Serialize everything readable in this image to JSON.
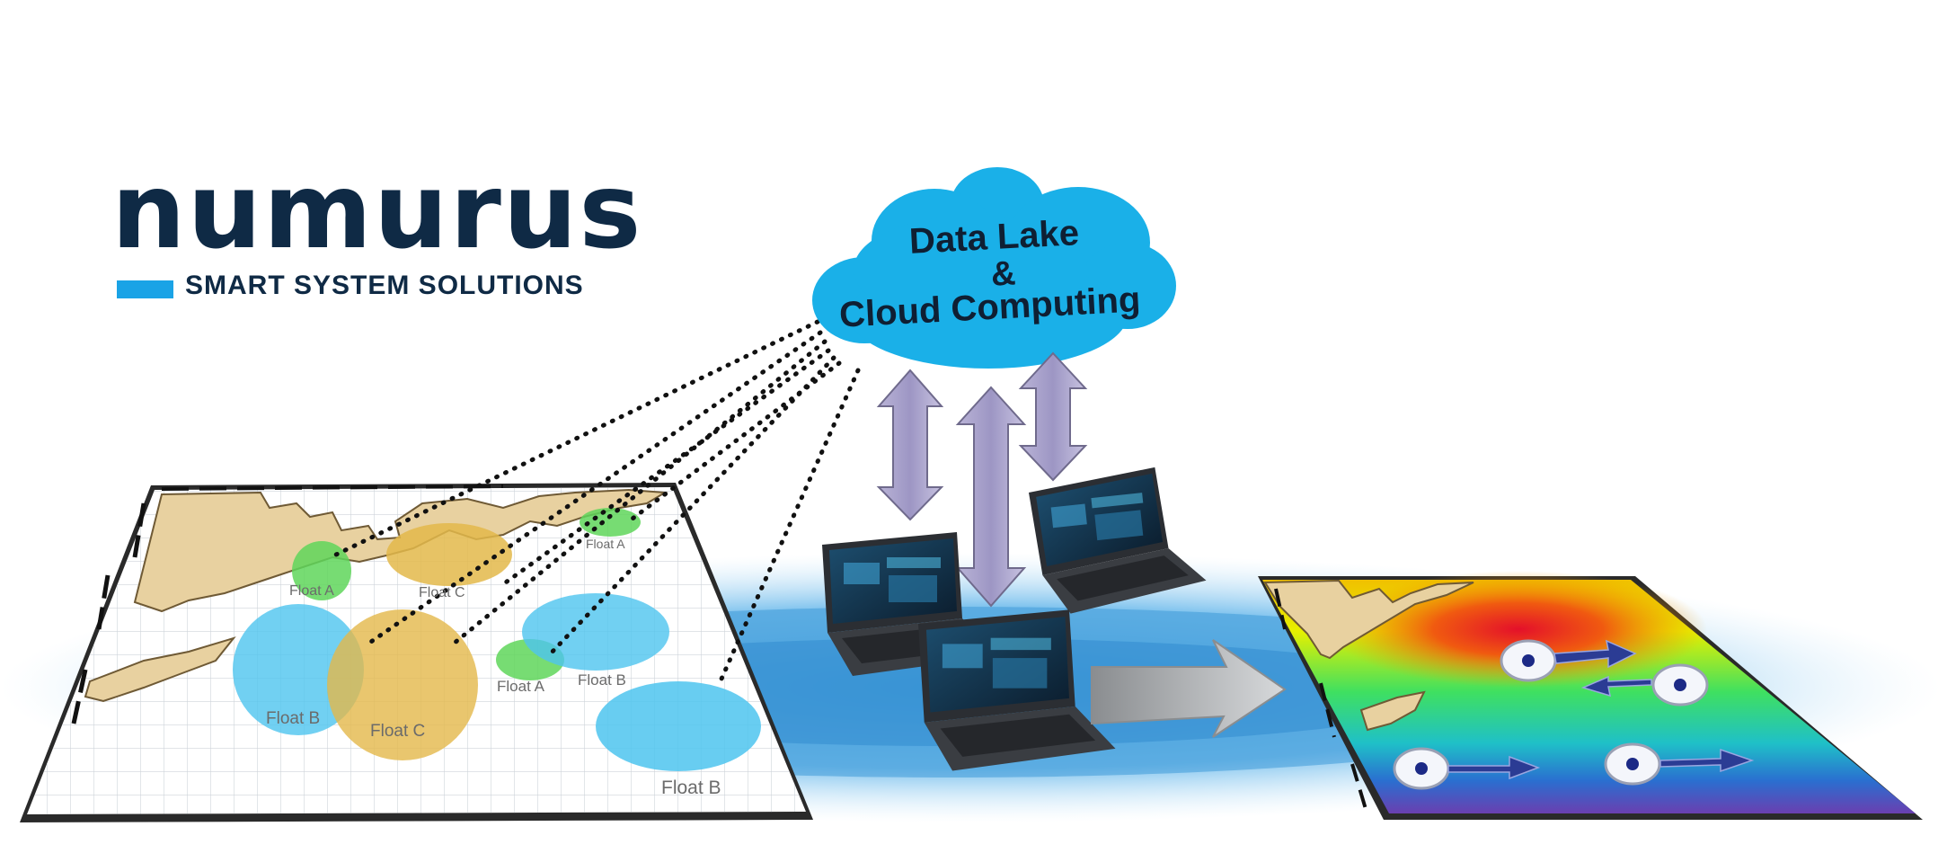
{
  "logo": {
    "wordmark": "numurus",
    "tagline": "SMART SYSTEM SOLUTIONS",
    "colors": {
      "dark": "#0f2a45",
      "accent": "#1aa3e6"
    }
  },
  "cloud": {
    "line1": "Data Lake",
    "line2": "&",
    "line3": "Cloud Computing",
    "color": "#1ab0e8"
  },
  "map": {
    "float_labels": [
      {
        "text": "Float A"
      },
      {
        "text": "Float C"
      },
      {
        "text": "Float A"
      },
      {
        "text": "Float B"
      },
      {
        "text": "Float C"
      },
      {
        "text": "Float A"
      },
      {
        "text": "Float B"
      },
      {
        "text": "Float B"
      }
    ],
    "colors": {
      "yellow": "#e3b84a",
      "blue": "#4ec4ef",
      "green": "#5fd65a",
      "land": "#e8d1a0"
    }
  },
  "icons": {
    "cloud": "cloud-icon",
    "laptop": "laptop-icon",
    "double_arrow": "double-arrow-icon",
    "flow_arrow": "arrow-right-icon",
    "buoy": "float-buoy-icon"
  }
}
